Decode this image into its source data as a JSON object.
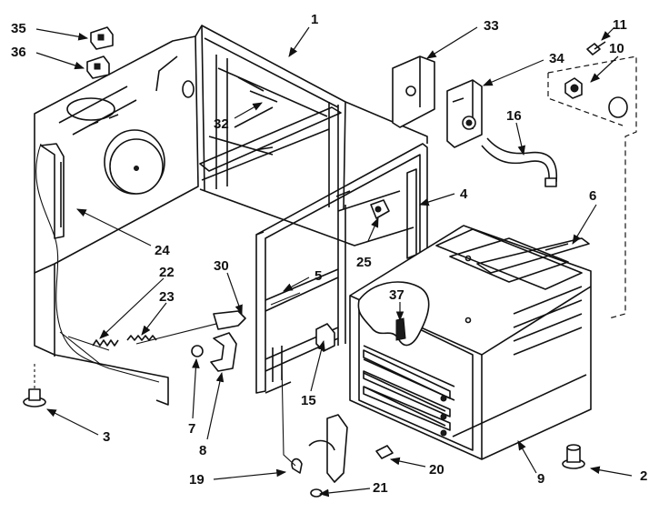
{
  "callouts": {
    "c1": "1",
    "c2": "2",
    "c3": "3",
    "c4": "4",
    "c5": "5",
    "c6": "6",
    "c7": "7",
    "c8": "8",
    "c9": "9",
    "c10": "10",
    "c11": "11",
    "c15": "15",
    "c16": "16",
    "c19": "19",
    "c20": "20",
    "c21": "21",
    "c22": "22",
    "c23": "23",
    "c24": "24",
    "c25": "25",
    "c30": "30",
    "c32": "32",
    "c33": "33",
    "c34": "34",
    "c35": "35",
    "c36": "36",
    "c37": "37"
  }
}
